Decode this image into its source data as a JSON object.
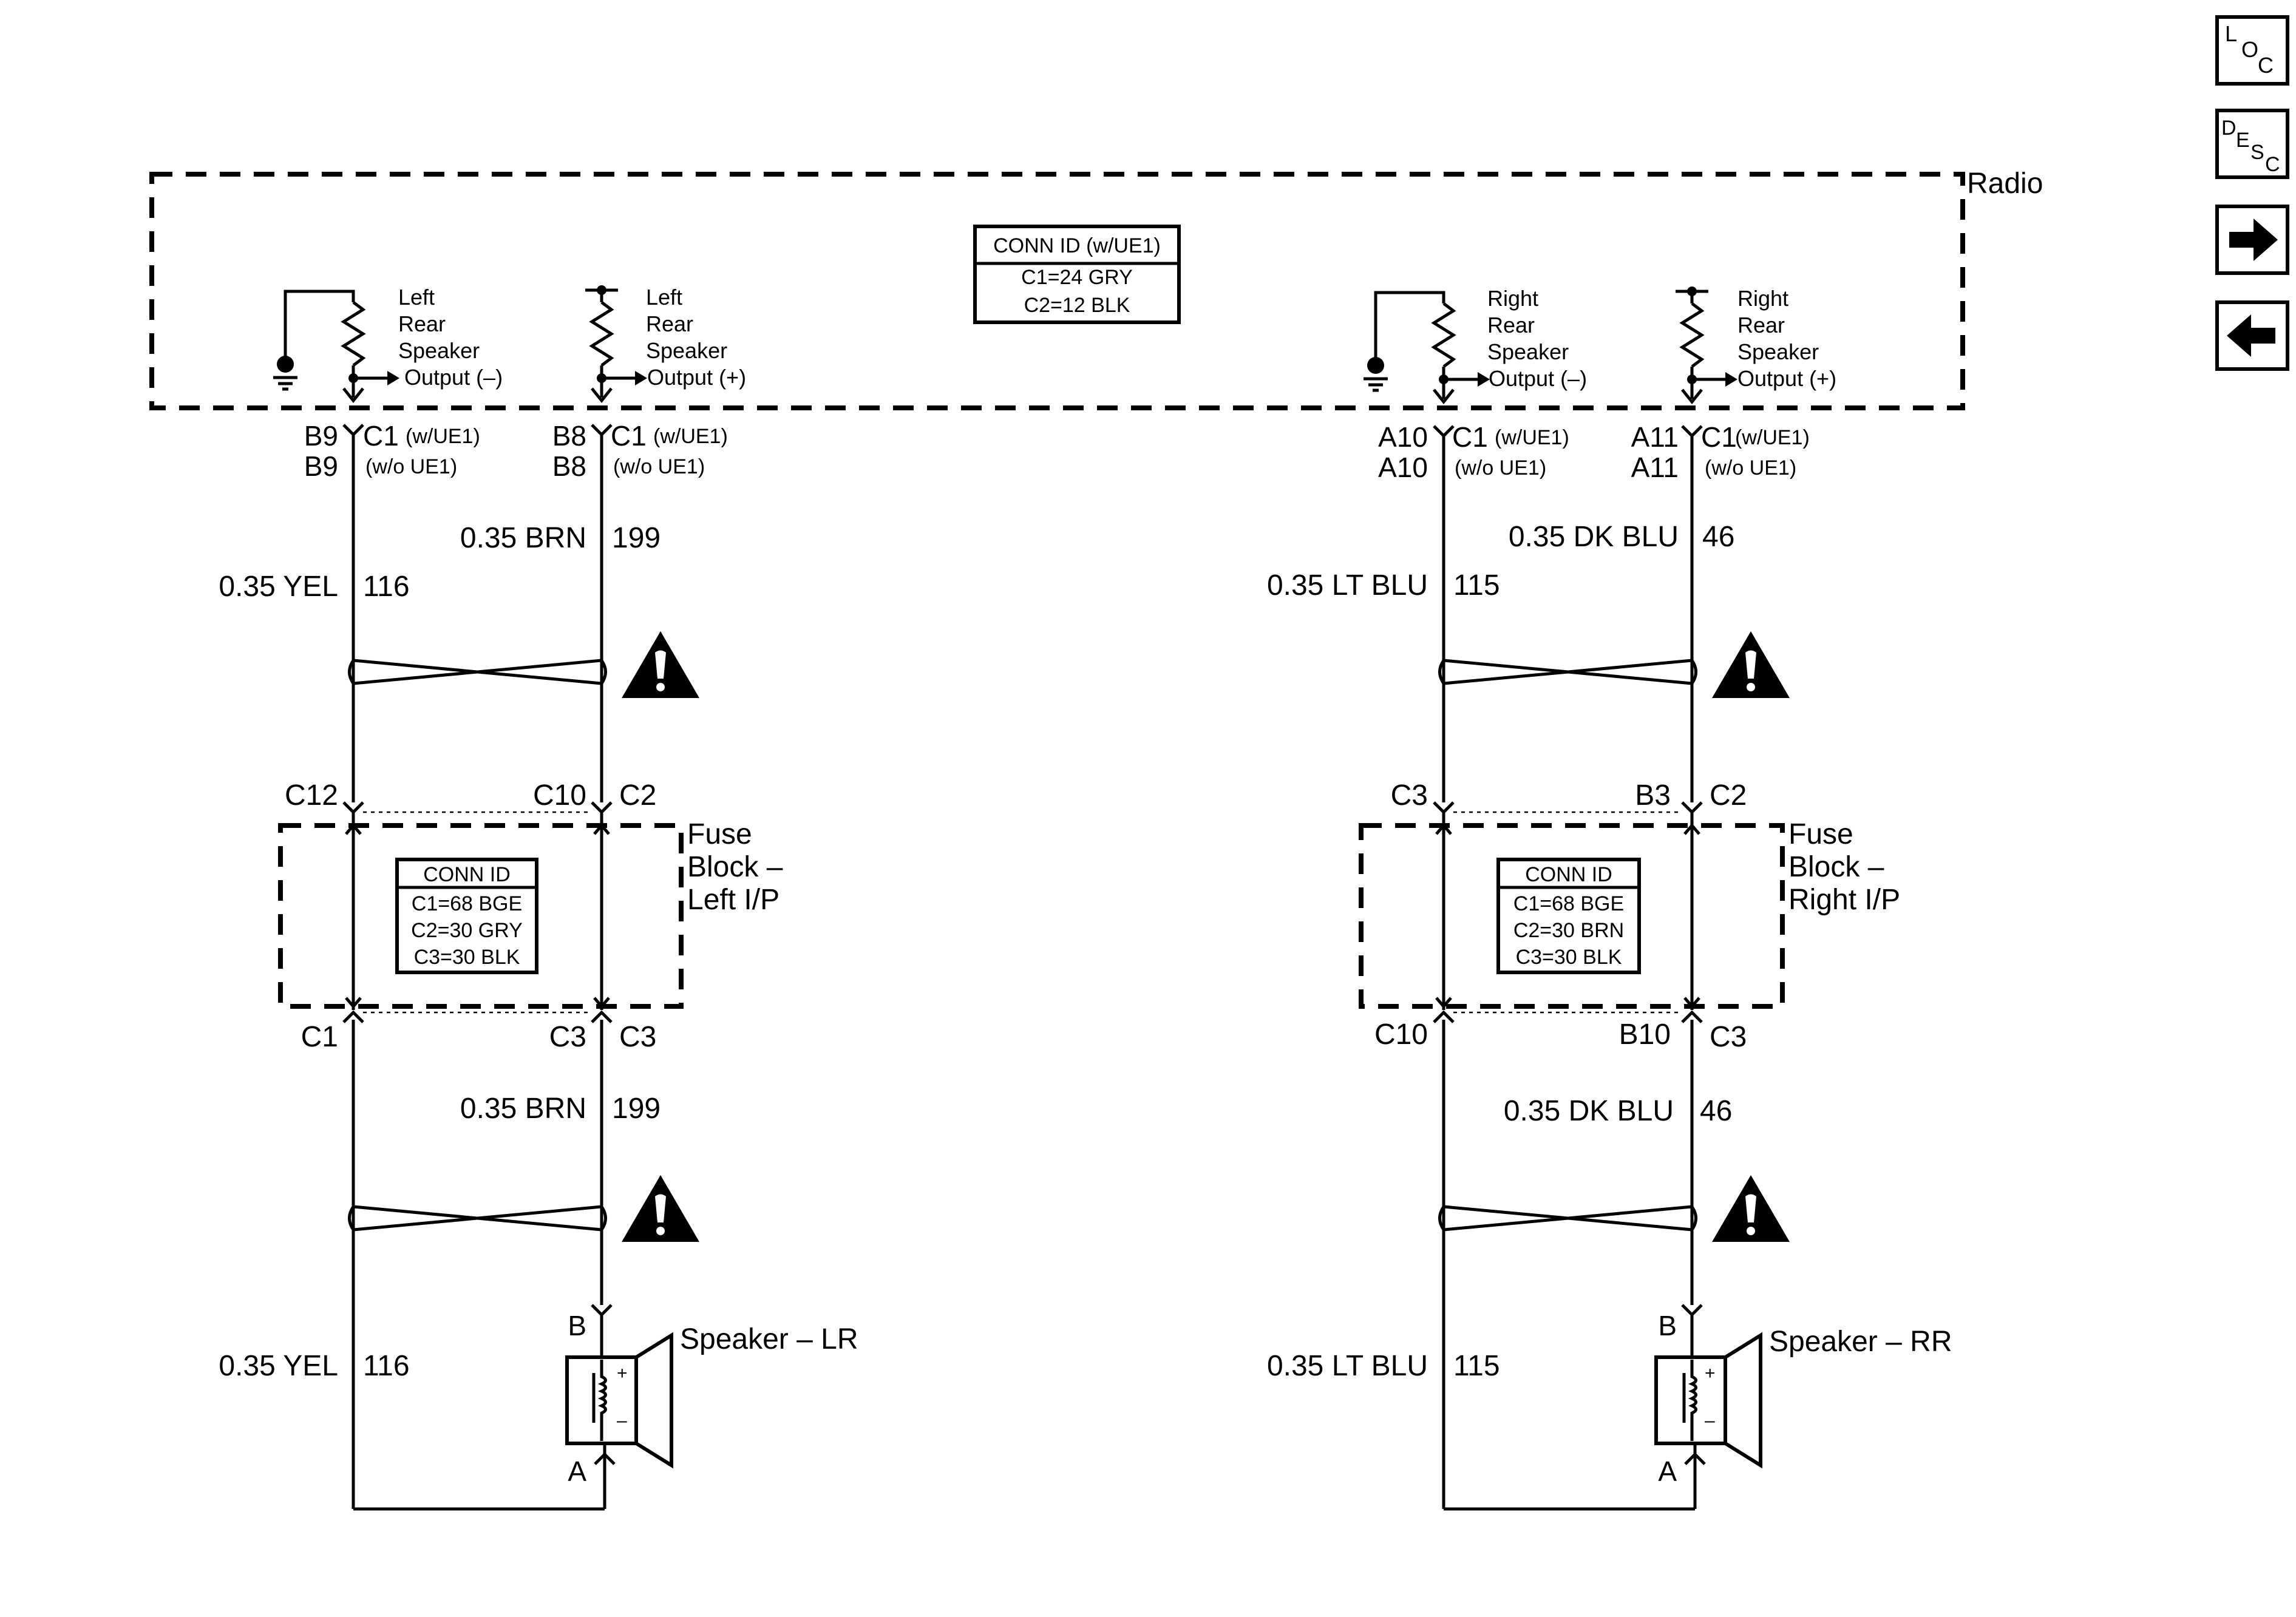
{
  "nav": {
    "loc": {
      "l": "L",
      "o": "O",
      "c": "C"
    },
    "desc": {
      "d": "D",
      "e": "E",
      "s": "S",
      "c": "C"
    },
    "next_icon": "arrow-right-icon",
    "prev_icon": "arrow-left-icon"
  },
  "radio": {
    "label": "Radio",
    "conn_title": "CONN ID (w/UE1)",
    "conn_lines": [
      "C1=24 GRY",
      "C2=12 BLK"
    ],
    "outputs": {
      "lr_minus": [
        "Left",
        "Rear",
        "Speaker",
        "Output (–)"
      ],
      "lr_plus": [
        "Left",
        "Rear",
        "Speaker",
        "Output (+)"
      ],
      "rr_minus": [
        "Right",
        "Rear",
        "Speaker",
        "Output (–)"
      ],
      "rr_plus": [
        "Right",
        "Rear",
        "Speaker",
        "Output (+)"
      ]
    }
  },
  "pins": {
    "b9_top": "B9",
    "b9_bot": "B9",
    "b8_top": "B8",
    "b8_bot": "B8",
    "a10_top": "A10",
    "a10_bot": "A10",
    "a11_top": "A11",
    "a11_bot": "A11",
    "c1": "C1",
    "w_ue1": "(w/UE1)",
    "wo_ue1": "(w/o UE1)"
  },
  "wires": {
    "yel": "0.35 YEL",
    "yel_circuit": "116",
    "brn": "0.35 BRN",
    "brn_circuit": "199",
    "ltblu": "0.35 LT BLU",
    "ltblu_circuit": "115",
    "dkblu": "0.35 DK BLU",
    "dkblu_circuit": "46"
  },
  "left_fuse_block": {
    "label": [
      "Fuse",
      "Block –",
      "Left I/P"
    ],
    "conn_title": "CONN ID",
    "conn_lines": [
      "C1=68 BGE",
      "C2=30 GRY",
      "C3=30 BLK"
    ],
    "top_pins": {
      "a": "C12",
      "b": "C10",
      "conn": "C2"
    },
    "bottom_pins": {
      "a": "C1",
      "b": "C3",
      "conn": "C3"
    }
  },
  "right_fuse_block": {
    "label": [
      "Fuse",
      "Block –",
      "Right I/P"
    ],
    "conn_title": "CONN ID",
    "conn_lines": [
      "C1=68 BGE",
      "C2=30 BRN",
      "C3=30 BLK"
    ],
    "top_pins": {
      "a": "C3",
      "b": "B3",
      "conn": "C2"
    },
    "bottom_pins": {
      "a": "C10",
      "b": "B10",
      "conn": "C3"
    }
  },
  "speakers": {
    "lr": {
      "label": "Speaker – LR",
      "pin_b": "B",
      "pin_a": "A",
      "plus": "+",
      "minus": "–"
    },
    "rr": {
      "label": "Speaker – RR",
      "pin_b": "B",
      "pin_a": "A",
      "plus": "+",
      "minus": "–"
    }
  },
  "icons": {
    "twisted_pair": "twisted-pair-icon",
    "warning": "warning-icon",
    "ground": "ground-icon"
  }
}
